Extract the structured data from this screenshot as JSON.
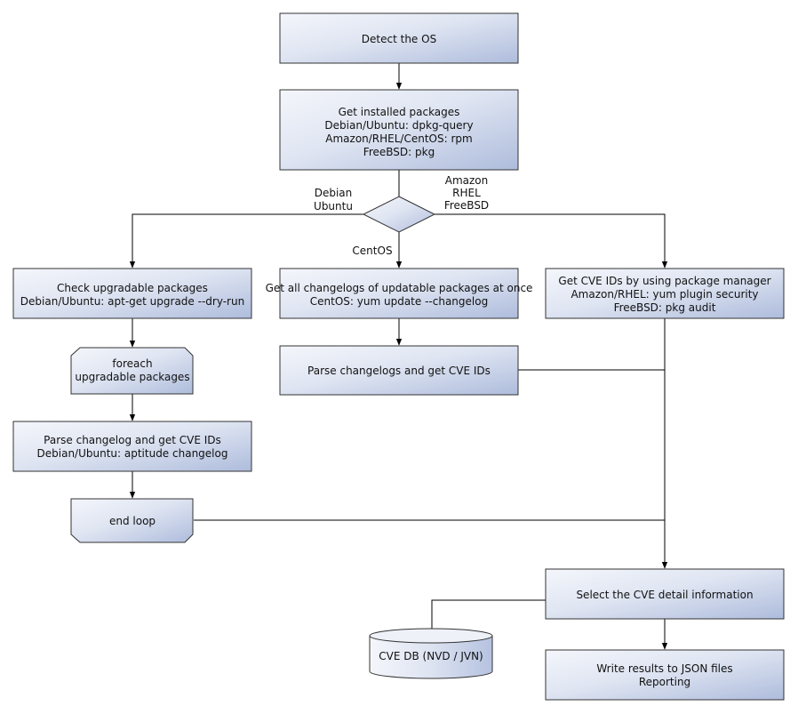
{
  "nodes": {
    "detect_os": {
      "lines": [
        "Detect the OS"
      ]
    },
    "get_installed": {
      "lines": [
        "Get installed packages",
        "Debian/Ubuntu: dpkg-query",
        "Amazon/RHEL/CentOS: rpm",
        "FreeBSD: pkg"
      ]
    },
    "check_upgradable": {
      "lines": [
        "Check upgradable packages",
        "Debian/Ubuntu: apt-get upgrade --dry-run"
      ]
    },
    "get_all_changelogs": {
      "lines": [
        "Get all changelogs of updatable packages at once",
        "CentOS: yum update --changelog"
      ]
    },
    "get_cve_pm": {
      "lines": [
        "Get CVE IDs by using package manager",
        "Amazon/RHEL: yum plugin security",
        "FreeBSD: pkg audit"
      ]
    },
    "foreach": {
      "lines": [
        "foreach",
        "upgradable  packages"
      ]
    },
    "parse_changelogs": {
      "lines": [
        "Parse changelogs and get CVE IDs"
      ]
    },
    "parse_changelog_deb": {
      "lines": [
        "Parse changelog and get  CVE IDs",
        "Debian/Ubuntu: aptitude changelog"
      ]
    },
    "end_loop": {
      "lines": [
        "end loop"
      ]
    },
    "select_cve": {
      "lines": [
        "Select the CVE detail information"
      ]
    },
    "cve_db": {
      "lines": [
        "CVE DB (NVD / JVN)"
      ]
    },
    "write_results": {
      "lines": [
        "Write results to JSON files",
        "Reporting"
      ]
    }
  },
  "edge_labels": {
    "debian_ubuntu": [
      "Debian",
      "Ubuntu"
    ],
    "amazon_rhel_freebsd": [
      "Amazon",
      "RHEL",
      "FreeBSD"
    ],
    "centos": [
      "CentOS"
    ]
  },
  "colors": {
    "fill_light": "#f4f6fb",
    "fill_dark": "#aebcdc",
    "stroke": "#333333",
    "edge": "#000000"
  }
}
